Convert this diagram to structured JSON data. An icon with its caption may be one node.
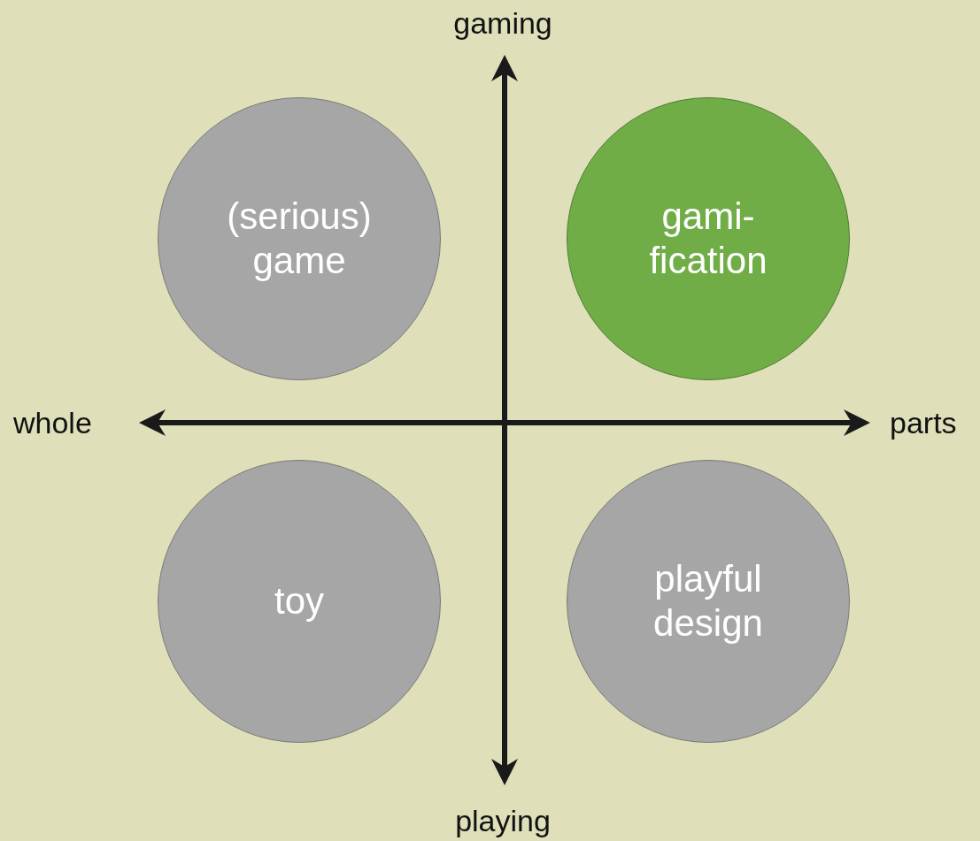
{
  "diagram": {
    "nodes": [
      {
        "text": [
          "(serious) game"
        ]
      },
      {
        "text": [
          "gami- fication"
        ]
      },
      {
        "text": [
          "toy"
        ]
      },
      {
        "text": [
          "playful design"
        ]
      }
    ],
    "labels": [
      "gaming",
      "whole",
      "parts",
      "playing"
    ]
  }
}
